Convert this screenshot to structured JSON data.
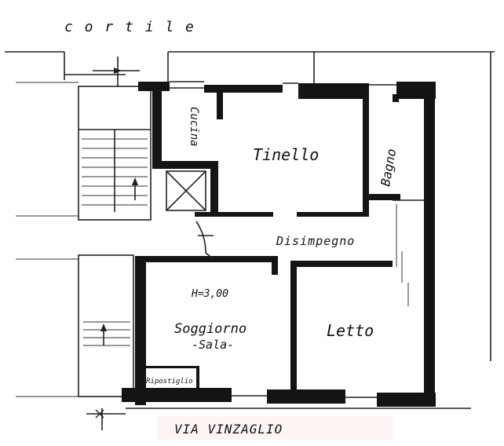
{
  "labels": {
    "street_top": "c o r t i l e",
    "kitchen": "Cucina",
    "dining": "Tinello",
    "bath": "Bagno",
    "hall": "Disimpegno",
    "height": "H=3,00",
    "living": "Soggiorno",
    "living_sub": "-Sala-",
    "bedroom": "Letto",
    "closet": "Ripostiglio",
    "street_bottom": "VIA VINZAGLIO"
  }
}
